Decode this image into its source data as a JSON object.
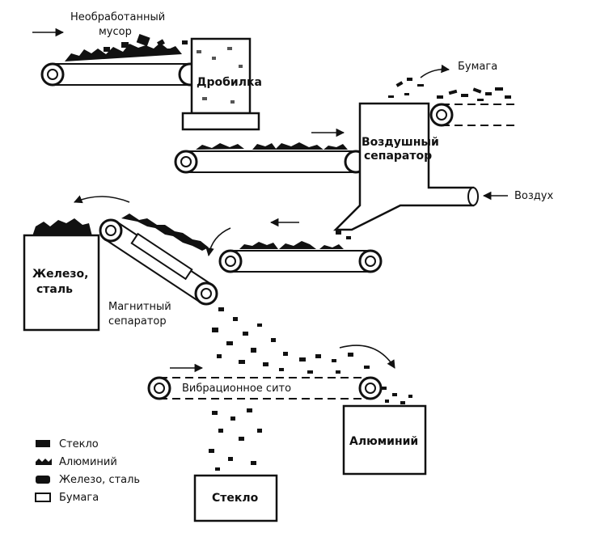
{
  "labels": {
    "raw_waste": [
      "Необработанный",
      "мусор"
    ],
    "crusher": "Дробилка",
    "paper_out": "Бумага",
    "air_separator": [
      "Воздушный",
      "сепаратор"
    ],
    "air_in": "Воздух",
    "iron_bin": [
      "Железо,",
      "сталь"
    ],
    "magnetic_separator": [
      "Магнитный",
      "сепаратор"
    ],
    "vibrating_sieve": "Вибрационное сито",
    "aluminum_bin": "Алюминий",
    "glass_bin": "Стекло"
  },
  "legend": [
    {
      "label": "Стекло",
      "icon": "glass-icon"
    },
    {
      "label": "Алюминий",
      "icon": "aluminum-icon"
    },
    {
      "label": "Железо, сталь",
      "icon": "iron-steel-icon"
    },
    {
      "label": "Бумага",
      "icon": "paper-icon"
    }
  ]
}
